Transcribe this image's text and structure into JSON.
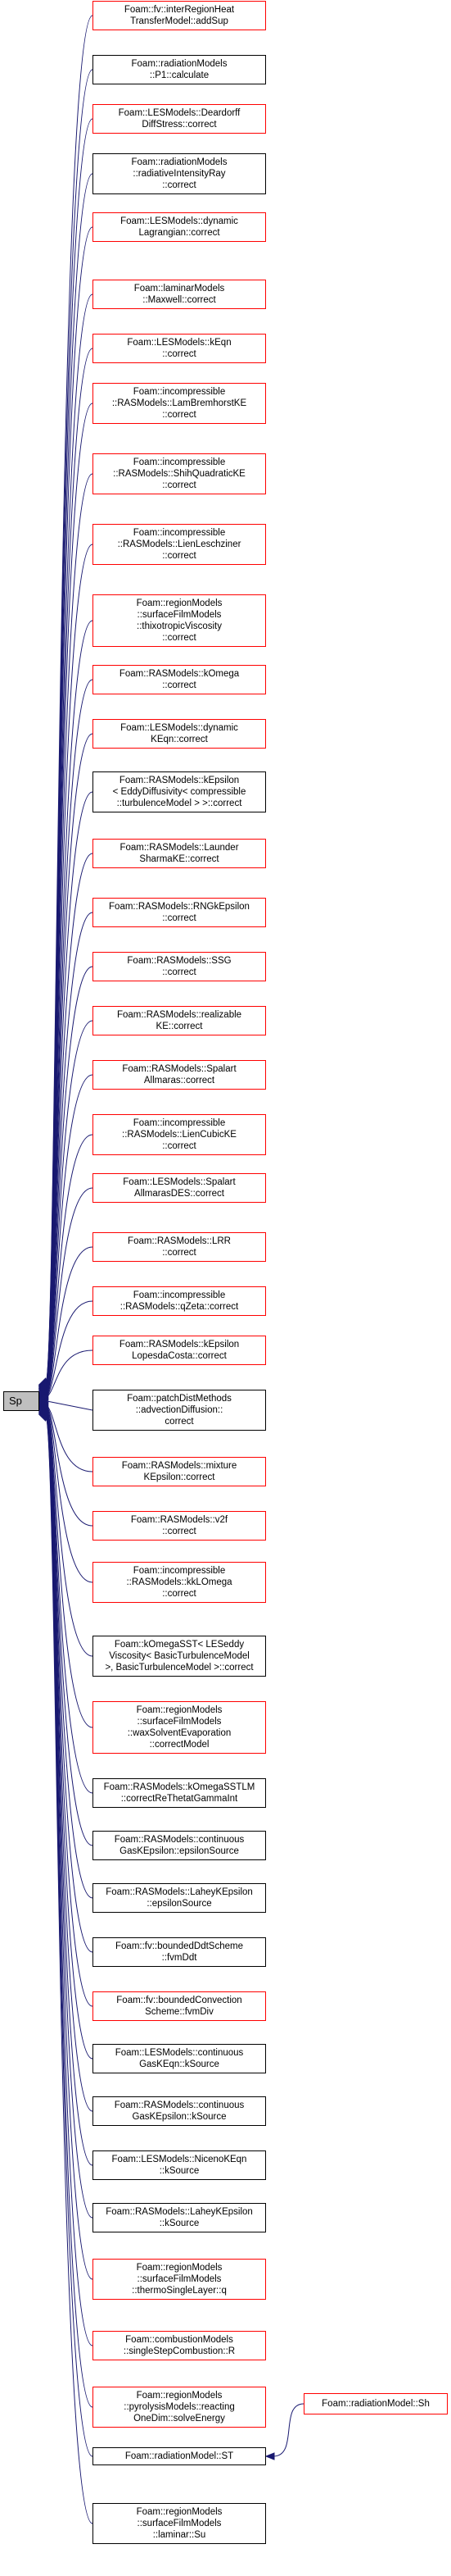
{
  "colors": {
    "edge": "#191970",
    "link_border": "#ff0000",
    "plain_border": "#000000",
    "focus_fill": "#bfbfbf"
  },
  "focus": {
    "label": "Sp"
  },
  "callers": [
    {
      "lines": [
        "Foam::fv::interRegionHeat",
        "TransferModel::addSup"
      ],
      "border": "red"
    },
    {
      "lines": [
        "Foam::radiationModels",
        "::P1::calculate"
      ],
      "border": "black"
    },
    {
      "lines": [
        "Foam::LESModels::Deardorff",
        "DiffStress::correct"
      ],
      "border": "red"
    },
    {
      "lines": [
        "Foam::radiationModels",
        "::radiativeIntensityRay",
        "::correct"
      ],
      "border": "black"
    },
    {
      "lines": [
        "Foam::LESModels::dynamic",
        "Lagrangian::correct"
      ],
      "border": "red"
    },
    {
      "lines": [
        "Foam::laminarModels",
        "::Maxwell::correct"
      ],
      "border": "red"
    },
    {
      "lines": [
        "Foam::LESModels::kEqn",
        "::correct"
      ],
      "border": "red"
    },
    {
      "lines": [
        "Foam::incompressible",
        "::RASModels::LamBremhorstKE",
        "::correct"
      ],
      "border": "red"
    },
    {
      "lines": [
        "Foam::incompressible",
        "::RASModels::ShihQuadraticKE",
        "::correct"
      ],
      "border": "red"
    },
    {
      "lines": [
        "Foam::incompressible",
        "::RASModels::LienLeschziner",
        "::correct"
      ],
      "border": "red"
    },
    {
      "lines": [
        "Foam::regionModels",
        "::surfaceFilmModels",
        "::thixotropicViscosity",
        "::correct"
      ],
      "border": "red"
    },
    {
      "lines": [
        "Foam::RASModels::kOmega",
        "::correct"
      ],
      "border": "red"
    },
    {
      "lines": [
        "Foam::LESModels::dynamic",
        "KEqn::correct"
      ],
      "border": "red"
    },
    {
      "lines": [
        "Foam::RASModels::kEpsilon",
        "< EddyDiffusivity< compressible",
        "::turbulenceModel > >::correct"
      ],
      "border": "black"
    },
    {
      "lines": [
        "Foam::RASModels::Launder",
        "SharmaKE::correct"
      ],
      "border": "red"
    },
    {
      "lines": [
        "Foam::RASModels::RNGkEpsilon",
        "::correct"
      ],
      "border": "red"
    },
    {
      "lines": [
        "Foam::RASModels::SSG",
        "::correct"
      ],
      "border": "red"
    },
    {
      "lines": [
        "Foam::RASModels::realizable",
        "KE::correct"
      ],
      "border": "red"
    },
    {
      "lines": [
        "Foam::RASModels::Spalart",
        "Allmaras::correct"
      ],
      "border": "red"
    },
    {
      "lines": [
        "Foam::incompressible",
        "::RASModels::LienCubicKE",
        "::correct"
      ],
      "border": "red"
    },
    {
      "lines": [
        "Foam::LESModels::Spalart",
        "AllmarasDES::correct"
      ],
      "border": "red"
    },
    {
      "lines": [
        "Foam::RASModels::LRR",
        "::correct"
      ],
      "border": "red"
    },
    {
      "lines": [
        "Foam::incompressible",
        "::RASModels::qZeta::correct"
      ],
      "border": "red"
    },
    {
      "lines": [
        "Foam::RASModels::kEpsilon",
        "LopesdaCosta::correct"
      ],
      "border": "red"
    },
    {
      "lines": [
        "Foam::patchDistMethods",
        "::advectionDiffusion::",
        "correct"
      ],
      "border": "black"
    },
    {
      "lines": [
        "Foam::RASModels::mixture",
        "KEpsilon::correct"
      ],
      "border": "red"
    },
    {
      "lines": [
        "Foam::RASModels::v2f",
        "::correct"
      ],
      "border": "red"
    },
    {
      "lines": [
        "Foam::incompressible",
        "::RASModels::kkLOmega",
        "::correct"
      ],
      "border": "red"
    },
    {
      "lines": [
        "Foam::kOmegaSST< LESeddy",
        "Viscosity< BasicTurbulenceModel",
        ">, BasicTurbulenceModel >::correct"
      ],
      "border": "black"
    },
    {
      "lines": [
        "Foam::regionModels",
        "::surfaceFilmModels",
        "::waxSolventEvaporation",
        "::correctModel"
      ],
      "border": "red"
    },
    {
      "lines": [
        "Foam::RASModels::kOmegaSSTLM",
        "::correctReThetatGammaInt"
      ],
      "border": "black"
    },
    {
      "lines": [
        "Foam::RASModels::continuous",
        "GasKEpsilon::epsilonSource"
      ],
      "border": "black"
    },
    {
      "lines": [
        "Foam::RASModels::LaheyKEpsilon",
        "::epsilonSource"
      ],
      "border": "black"
    },
    {
      "lines": [
        "Foam::fv::boundedDdtScheme",
        "::fvmDdt"
      ],
      "border": "black"
    },
    {
      "lines": [
        "Foam::fv::boundedConvection",
        "Scheme::fvmDiv"
      ],
      "border": "red"
    },
    {
      "lines": [
        "Foam::LESModels::continuous",
        "GasKEqn::kSource"
      ],
      "border": "black"
    },
    {
      "lines": [
        "Foam::RASModels::continuous",
        "GasKEpsilon::kSource"
      ],
      "border": "black"
    },
    {
      "lines": [
        "Foam::LESModels::NicenoKEqn",
        "::kSource"
      ],
      "border": "black"
    },
    {
      "lines": [
        "Foam::RASModels::LaheyKEpsilon",
        "::kSource"
      ],
      "border": "black"
    },
    {
      "lines": [
        "Foam::regionModels",
        "::surfaceFilmModels",
        "::thermoSingleLayer::q"
      ],
      "border": "red"
    },
    {
      "lines": [
        "Foam::combustionModels",
        "::singleStepCombustion::R"
      ],
      "border": "red"
    },
    {
      "lines": [
        "Foam::regionModels",
        "::pyrolysisModels::reacting",
        "OneDim::solveEnergy"
      ],
      "border": "red"
    },
    {
      "lines": [
        "Foam::radiationModel::ST"
      ],
      "border": "black"
    },
    {
      "lines": [
        "Foam::regionModels",
        "::surfaceFilmModels",
        "::laminar::Su"
      ],
      "border": "black"
    }
  ],
  "side_caller": {
    "lines": [
      "Foam::radiationModel::Sh"
    ],
    "border": "red"
  }
}
